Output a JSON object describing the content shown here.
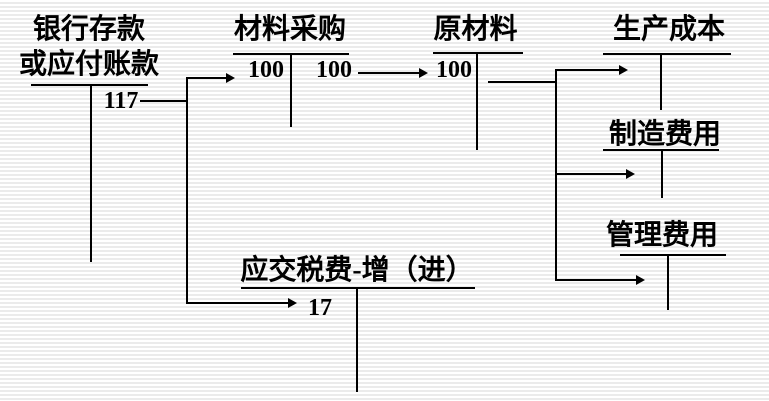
{
  "page": {
    "background_stripe_color": "#ebebeb",
    "line_color": "#000000",
    "text_color": "#000000"
  },
  "diagram": {
    "accounts": {
      "bank": {
        "title_line1": "银行存款",
        "title_line2": "或应付账款",
        "credit": "117"
      },
      "material_purchase": {
        "title": "材料采购",
        "debit": "100",
        "credit": "100"
      },
      "raw_material": {
        "title": "原材料",
        "debit": "100"
      },
      "production_cost": {
        "title": "生产成本"
      },
      "manufacturing_expense": {
        "title": "制造费用"
      },
      "admin_expense": {
        "title": "管理费用"
      },
      "tax_payable": {
        "title": "应交税费-增（进）",
        "debit": "17"
      }
    },
    "flows": [
      {
        "from": "bank",
        "to": "material_purchase",
        "amount": "100"
      },
      {
        "from": "bank",
        "to": "tax_payable",
        "amount": "17"
      },
      {
        "from": "material_purchase",
        "to": "raw_material",
        "amount": "100"
      },
      {
        "from": "raw_material",
        "to": "production_cost"
      },
      {
        "from": "raw_material",
        "to": "manufacturing_expense"
      },
      {
        "from": "raw_material",
        "to": "admin_expense"
      }
    ]
  }
}
